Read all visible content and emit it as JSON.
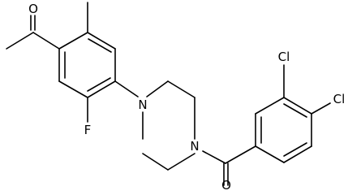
{
  "atoms": [
    {
      "id": "o1",
      "symbol": "O"
    },
    {
      "id": "f1",
      "symbol": "F"
    },
    {
      "id": "n1",
      "symbol": "N"
    },
    {
      "id": "n2",
      "symbol": "N"
    },
    {
      "id": "cl1",
      "symbol": "Cl"
    },
    {
      "id": "cl2",
      "symbol": "Cl"
    },
    {
      "id": "o2",
      "symbol": "O"
    }
  ],
  "colors": {
    "ink": "#000000",
    "background": "#ffffff"
  }
}
